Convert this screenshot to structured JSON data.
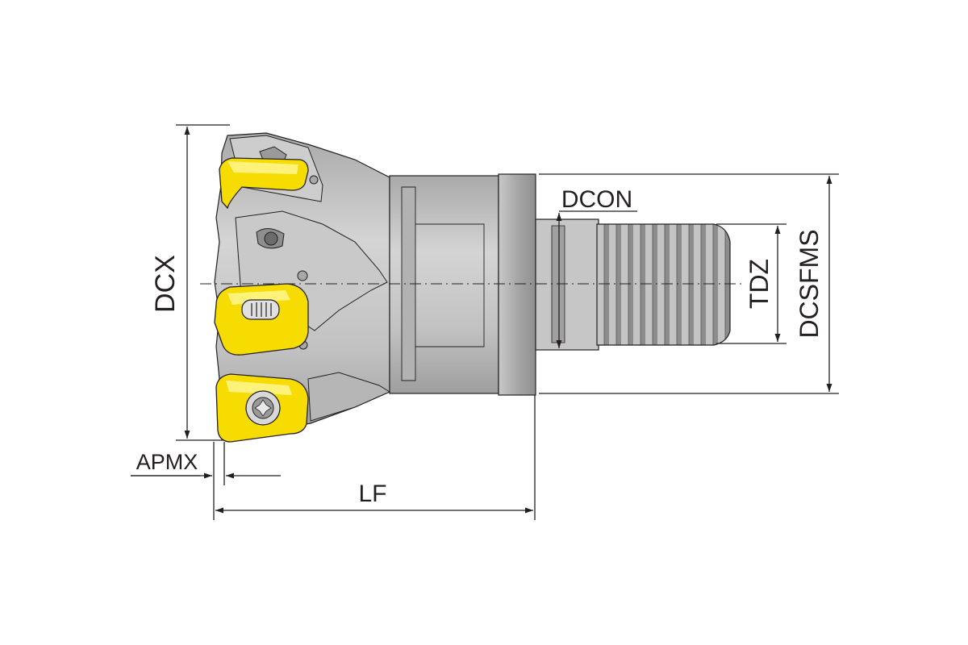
{
  "labels": {
    "dcx": "DCX",
    "dcon": "DCON",
    "tdz": "TDZ",
    "dcsfms": "DCSFMS",
    "apmx": "APMX",
    "lf": "LF"
  },
  "colors": {
    "line": "#231f20",
    "body": "#bebebe",
    "body_dark": "#9a9a9a",
    "body_light": "#d8d8d8",
    "insert": "#f6dc00",
    "insert_dark": "#c8a800"
  }
}
